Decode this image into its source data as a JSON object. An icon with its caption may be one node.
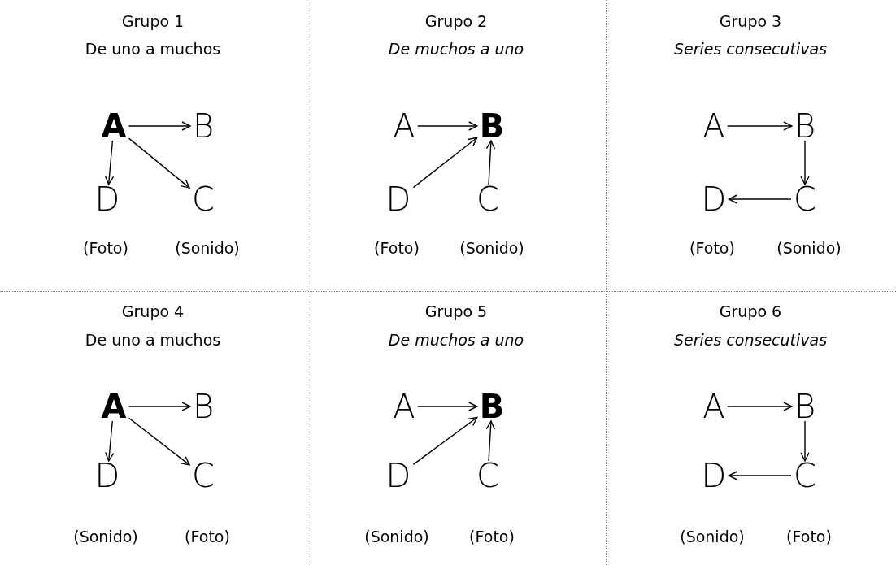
{
  "diagram": {
    "nodes": [
      {
        "text": [
          "A"
        ]
      },
      {
        "text": [
          "B"
        ]
      },
      {
        "text": [
          "D"
        ],
        "beside": [
          "(Foto)"
        ]
      },
      {
        "text": [
          "C"
        ],
        "beside": [
          "(Sonido)"
        ]
      },
      {
        "text": [
          "A"
        ]
      },
      {
        "text": [
          "B"
        ]
      },
      {
        "text": [
          "D"
        ],
        "beside": [
          "(Foto)"
        ]
      },
      {
        "text": [
          "C"
        ],
        "beside": [
          "(Sonido)"
        ]
      },
      {
        "text": [
          "A"
        ]
      },
      {
        "text": [
          "B"
        ]
      },
      {
        "text": [
          "D"
        ],
        "beside": [
          "(Foto)"
        ]
      },
      {
        "text": [
          "C"
        ],
        "beside": [
          "(Sonido)"
        ]
      },
      {
        "text": [
          "A"
        ]
      },
      {
        "text": [
          "B"
        ]
      },
      {
        "text": [
          "D"
        ],
        "beside": [
          "(Sonido)"
        ]
      },
      {
        "text": [
          "C"
        ],
        "beside": [
          "(Foto)"
        ]
      },
      {
        "text": [
          "A"
        ]
      },
      {
        "text": [
          "B"
        ]
      },
      {
        "text": [
          "D"
        ],
        "beside": [
          "(Sonido)"
        ]
      },
      {
        "text": [
          "C"
        ],
        "beside": [
          "(Foto)"
        ]
      },
      {
        "text": [
          "A"
        ]
      },
      {
        "text": [
          "B"
        ]
      },
      {
        "text": [
          "D"
        ],
        "beside": [
          "(Sonido)"
        ]
      },
      {
        "text": [
          "C"
        ],
        "beside": [
          "(Foto)"
        ]
      }
    ],
    "edges": [
      {
        "from": 0,
        "to": 1,
        "arrow": "to"
      },
      {
        "from": 0,
        "to": 2,
        "arrow": "to"
      },
      {
        "from": 0,
        "to": 3,
        "arrow": "to"
      },
      {
        "from": 4,
        "to": 5,
        "arrow": "to"
      },
      {
        "from": 6,
        "to": 5,
        "arrow": "to"
      },
      {
        "from": 7,
        "to": 5,
        "arrow": "to"
      },
      {
        "from": 8,
        "to": 9,
        "arrow": "to"
      },
      {
        "from": 9,
        "to": 11,
        "arrow": "to"
      },
      {
        "from": 11,
        "to": 10,
        "arrow": "to"
      },
      {
        "from": 12,
        "to": 13,
        "arrow": "to"
      },
      {
        "from": 12,
        "to": 14,
        "arrow": "to"
      },
      {
        "from": 12,
        "to": 15,
        "arrow": "to"
      },
      {
        "from": 16,
        "to": 17,
        "arrow": "to"
      },
      {
        "from": 18,
        "to": 17,
        "arrow": "to"
      },
      {
        "from": 19,
        "to": 17,
        "arrow": "to"
      },
      {
        "from": 20,
        "to": 21,
        "arrow": "to"
      },
      {
        "from": 21,
        "to": 23,
        "arrow": "to"
      },
      {
        "from": 23,
        "to": 22,
        "arrow": "to"
      }
    ],
    "labels": [
      "Grupo 1",
      "De uno a muchos",
      "Grupo 2",
      "De muchos a uno",
      "Grupo 3",
      "Series consecutivas",
      "Grupo 4",
      "De uno a muchos",
      "Grupo 5",
      "De muchos a uno",
      "Grupo 6",
      "Series consecutivas"
    ]
  }
}
